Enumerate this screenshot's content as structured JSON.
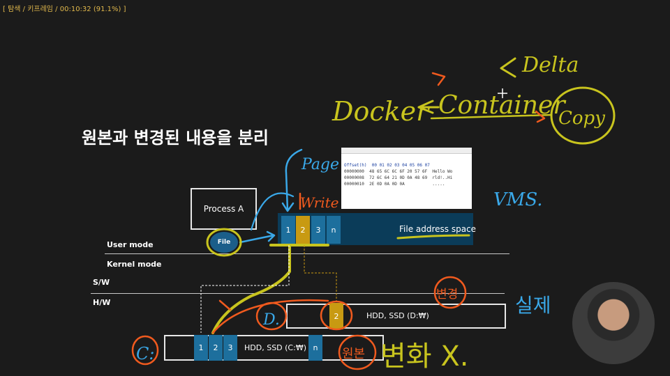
{
  "status_bar": "[ 탐색 / 키프레임 / 00:10:32 (91.1%) ]",
  "slide": {
    "title": "원본과 변경된 내용을 분리",
    "process_label": "Process A",
    "file_circle_label": "File",
    "file_address_space_label": "File address space",
    "blocks_top": [
      "1",
      "2",
      "3",
      "n"
    ],
    "modes": {
      "user": "User mode",
      "kernel": "Kernel mode",
      "sw": "S/W",
      "hw": "H/W"
    },
    "hdd_d": {
      "label": "HDD, SSD (D:₩)",
      "block": "2"
    },
    "hdd_c": {
      "label": "HDD, SSD (C:₩)",
      "blocks": [
        "1",
        "2",
        "3",
        "n"
      ]
    }
  },
  "hex_viewer": {
    "header": "Offset(h)  00 01 02 03 04 05 06 07",
    "rows": [
      "00000000  48 65 6C 6C 6F 20 57 6F  Hello Wo",
      "00000008  72 6C 64 21 0D 0A 48 69  rld!..Hi",
      "00000010  2E 0D 0A 0D 0A           ....."
    ]
  },
  "annotations": {
    "page": "Page",
    "write": "Write",
    "docker": "Docker",
    "container": "Container",
    "delta": "Delta",
    "copy": "Copy",
    "vms": "VMS.",
    "d_drive": "D.",
    "c_drive": "C:",
    "change": "변경",
    "actual": "실제",
    "original": "원본",
    "no_change": "변화 X."
  },
  "colors": {
    "yellow_ink": "#c8c41e",
    "orange_ink": "#f05a1e",
    "blue_ink": "#3aa8e8",
    "white_ink": "#ffffff"
  }
}
